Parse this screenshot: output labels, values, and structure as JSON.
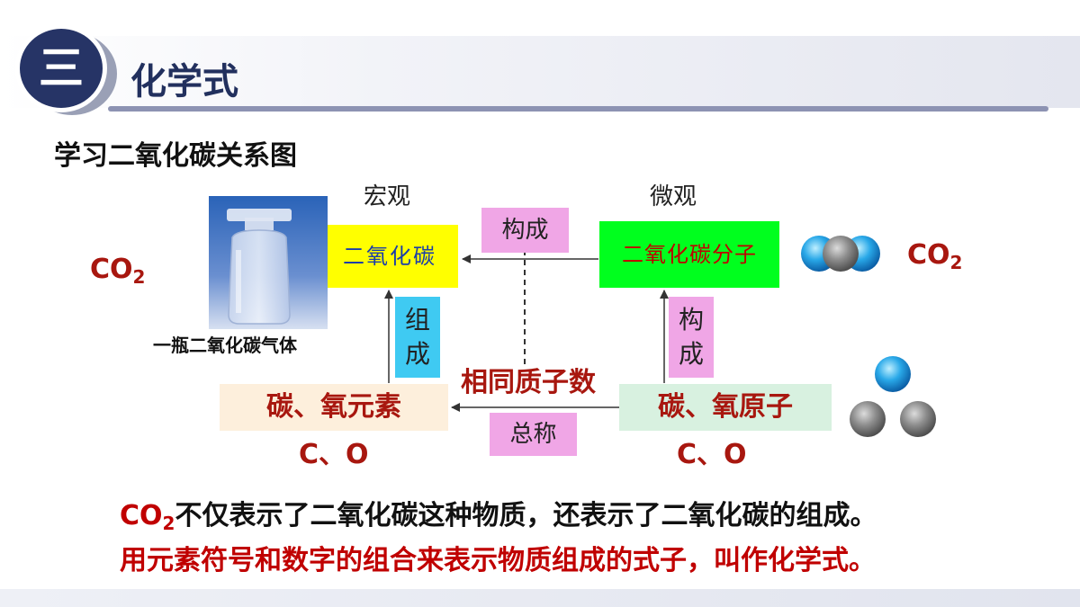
{
  "header": {
    "badge": "三",
    "title": "化学式"
  },
  "subtitle": "学习二氧化碳关系图",
  "diagram": {
    "macro_label": "宏观",
    "micro_label": "微观",
    "macro_box": "二氧化碳",
    "micro_box": "二氧化碳分子",
    "top_relation": "构成",
    "left_relation": "组成",
    "right_relation": "构成",
    "center_relation": "相同质子数",
    "bottom_relation": "总称",
    "elements_box": "碳、氧元素",
    "atoms_box": "碳、氧原子",
    "elements_symbols": "C、O",
    "atoms_symbols": "C、O",
    "formula_left": {
      "base": "CO",
      "sub": "2"
    },
    "formula_right": {
      "base": "CO",
      "sub": "2"
    },
    "bottle_caption": "一瓶二氧化碳气体"
  },
  "statements": {
    "line1_formula": {
      "base": "CO",
      "sub": "2"
    },
    "line1_text": "不仅表示了二氧化碳这种物质，还表示了二氧化碳的组成。",
    "line2_text": "用元素符号和数字的组合来表示物质组成的式子，叫作",
    "line2_highlight": "化学式。"
  },
  "colors": {
    "navy": "#263466",
    "dark_red": "#a8170f",
    "yellow": "#ffff00",
    "green": "#00ff1e",
    "cyan": "#3fcaf2",
    "pink": "#f0a6e6"
  }
}
